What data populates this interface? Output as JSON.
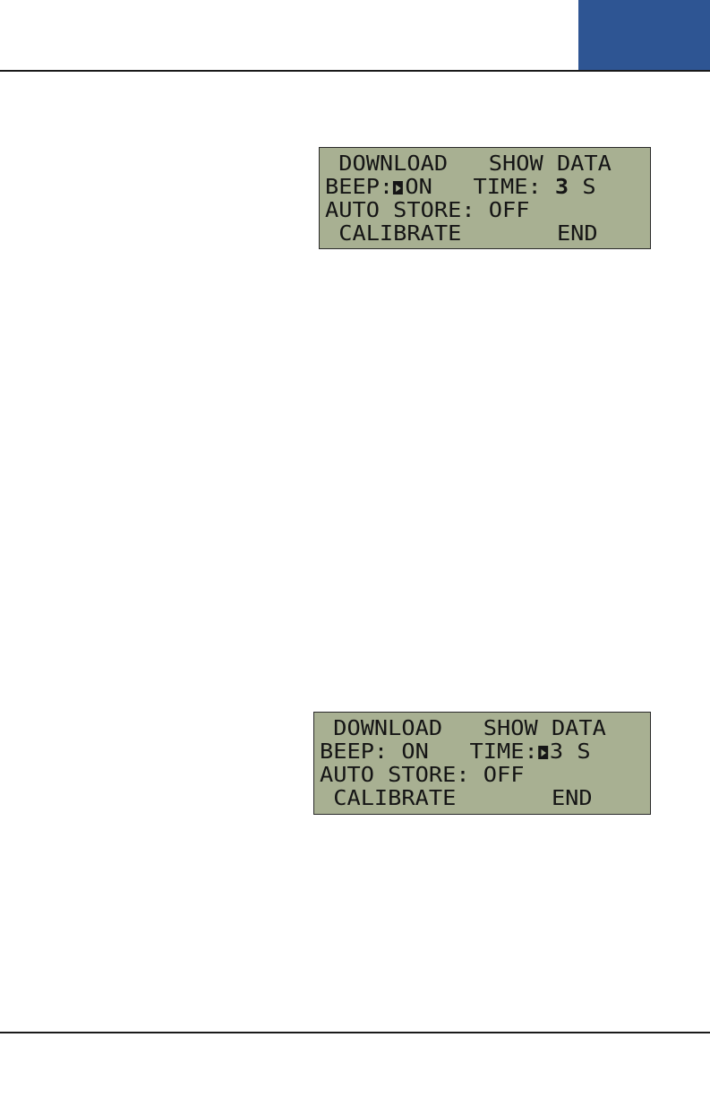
{
  "lcd_screens": [
    {
      "line1": " DOWNLOAD   SHOW DATA",
      "line2_left": "BEEP:",
      "line2_value": "ON",
      "line2_mid": "   TIME: ",
      "line2_time": "3",
      "line2_unit": " S",
      "line3": "AUTO STORE: OFF",
      "line4": " CALIBRATE       END"
    },
    {
      "line1": " DOWNLOAD   SHOW DATA",
      "line2_left": "BEEP: ON   TIME:",
      "line2_time": "3",
      "line2_unit": " S",
      "line3": "AUTO STORE: OFF",
      "line4": " CALIBRATE       END"
    }
  ],
  "colors": {
    "chapter_tab": "#2e5593",
    "lcd_background": "#a8b092",
    "lcd_text": "#151515"
  }
}
